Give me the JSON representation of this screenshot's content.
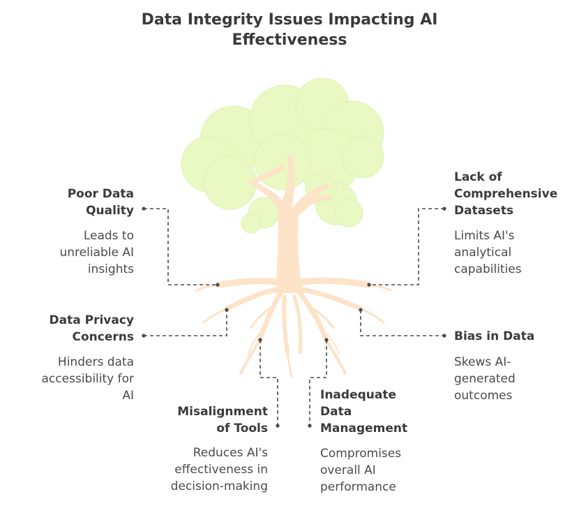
{
  "title_line1": "Data Integrity Issues Impacting AI",
  "title_line2": "Effectiveness",
  "colors": {
    "foliage": "#eaf8c4",
    "trunk": "#fde3c8",
    "connector": "#4a4a4a",
    "text": "#3b3b3b"
  },
  "items": [
    {
      "title": [
        "Poor Data",
        "Quality"
      ],
      "desc": [
        "Leads to",
        "unreliable AI",
        "insights"
      ]
    },
    {
      "title": [
        "Data Privacy",
        "Concerns"
      ],
      "desc": [
        "Hinders data",
        "accessibility for",
        "AI"
      ]
    },
    {
      "title": [
        "Misalignment",
        "of Tools"
      ],
      "desc": [
        "Reduces AI's",
        "effectiveness in",
        "decision-making"
      ]
    },
    {
      "title": [
        "Inadequate",
        "Data",
        "Management"
      ],
      "desc": [
        "Compromises",
        "overall AI",
        "performance"
      ]
    },
    {
      "title": [
        "Bias in Data"
      ],
      "desc": [
        "Skews AI-",
        "generated",
        "outcomes"
      ]
    },
    {
      "title": [
        "Lack of",
        "Comprehensive",
        "Datasets"
      ],
      "desc": [
        "Limits AI's",
        "analytical",
        "capabilities"
      ]
    }
  ]
}
